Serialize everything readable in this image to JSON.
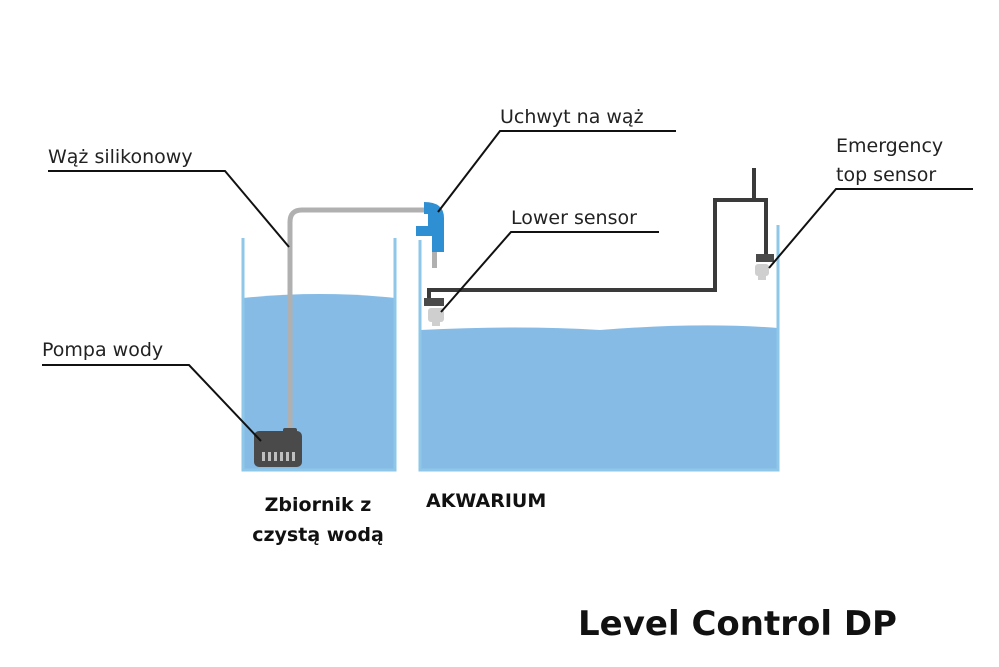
{
  "title": "Level Control DP",
  "labels": {
    "hose": "Wąż silikonowy",
    "hose_holder": "Uchwyt na wąż",
    "lower_sensor": "Lower sensor",
    "emergency_sensor_line1": "Emergency",
    "emergency_sensor_line2": "top sensor",
    "pump": "Pompa wody"
  },
  "tanks": {
    "reservoir_line1": "Zbiornik z",
    "reservoir_line2": "czystą wodą",
    "aquarium": "AKWARIUM"
  },
  "colors": {
    "water": "#86bbe6",
    "tank_wall": "#8ec7e8",
    "hose": "#b0b0b0",
    "holder": "#2f8fd3",
    "cable": "#3a3a3a",
    "pump": "#4a4a4a",
    "sensor": "#cfcfcf"
  }
}
